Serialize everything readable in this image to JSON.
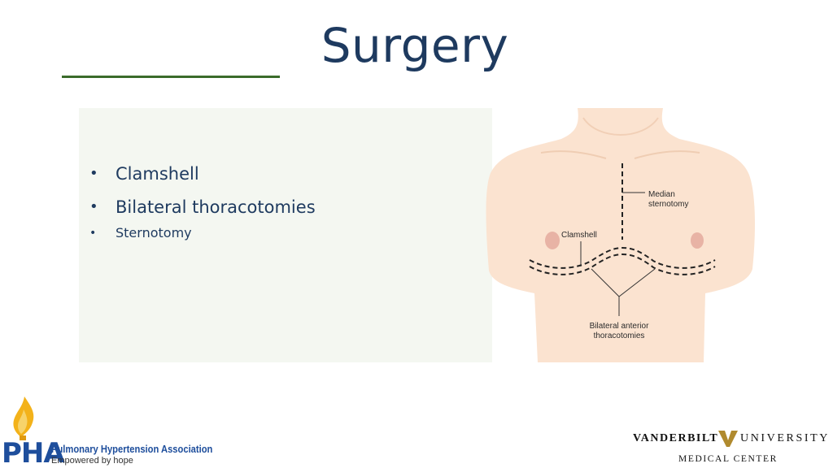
{
  "slide": {
    "title": "Surgery",
    "bullets": [
      "Clamshell",
      "Bilateral thoracotomies",
      "Sternotomy"
    ],
    "bullet_glyph": "•"
  },
  "illustration": {
    "labels": {
      "median_line1": "Median",
      "median_line2": "sternotomy",
      "clamshell": "Clamshell",
      "bilateral_line1": "Bilateral anterior",
      "bilateral_line2": "thoracotomies"
    }
  },
  "logos": {
    "pha": {
      "letters": "PHA",
      "name": "Pulmonary Hypertension Association",
      "tagline": "Empowered by hope"
    },
    "vanderbilt": {
      "left": "VANDERBILT",
      "right": "UNIVERSITY",
      "sub": "MEDICAL CENTER"
    }
  },
  "colors": {
    "title": "#1e3a5f",
    "accent_line": "#3a6b2a",
    "content_box": "#f4f7f1",
    "skin": "#fbe3d0",
    "pha_blue": "#1e4e9c",
    "flame": "#f3b21a"
  }
}
